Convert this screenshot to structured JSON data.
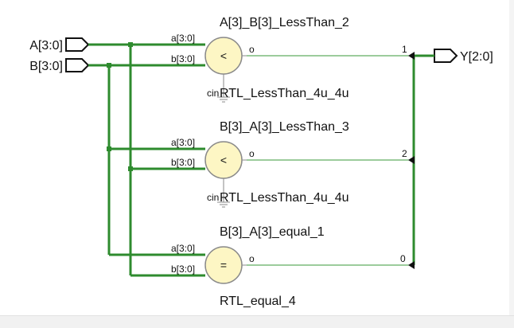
{
  "colors": {
    "bus": "#2e8b2e",
    "thin_wire": "#3a9a3a",
    "cell_fill": "#fdf6c4",
    "cell_stroke": "#8a8a8a",
    "port_stroke": "#111111"
  },
  "ports": {
    "input_a": "A[3:0]",
    "input_b": "B[3:0]",
    "output_y": "Y[2:0]"
  },
  "cells": [
    {
      "instance_name": "A[3]_B[3]_LessThan_2",
      "type_name": "RTL_LessThan_4u_4u",
      "operator": "<",
      "pin_a": "a[3:0]",
      "pin_b": "b[3:0]",
      "pin_o": "o",
      "pin_cin": "cin",
      "bit_index": "1"
    },
    {
      "instance_name": "B[3]_A[3]_LessThan_3",
      "type_name": "RTL_LessThan_4u_4u",
      "operator": "<",
      "pin_a": "a[3:0]",
      "pin_b": "b[3:0]",
      "pin_o": "o",
      "pin_cin": "cin",
      "bit_index": "2"
    },
    {
      "instance_name": "B[3]_A[3]_equal_1",
      "type_name": "RTL_equal_4",
      "operator": "=",
      "pin_a": "a[3:0]",
      "pin_b": "b[3:0]",
      "pin_o": "o",
      "bit_index": "0"
    }
  ]
}
